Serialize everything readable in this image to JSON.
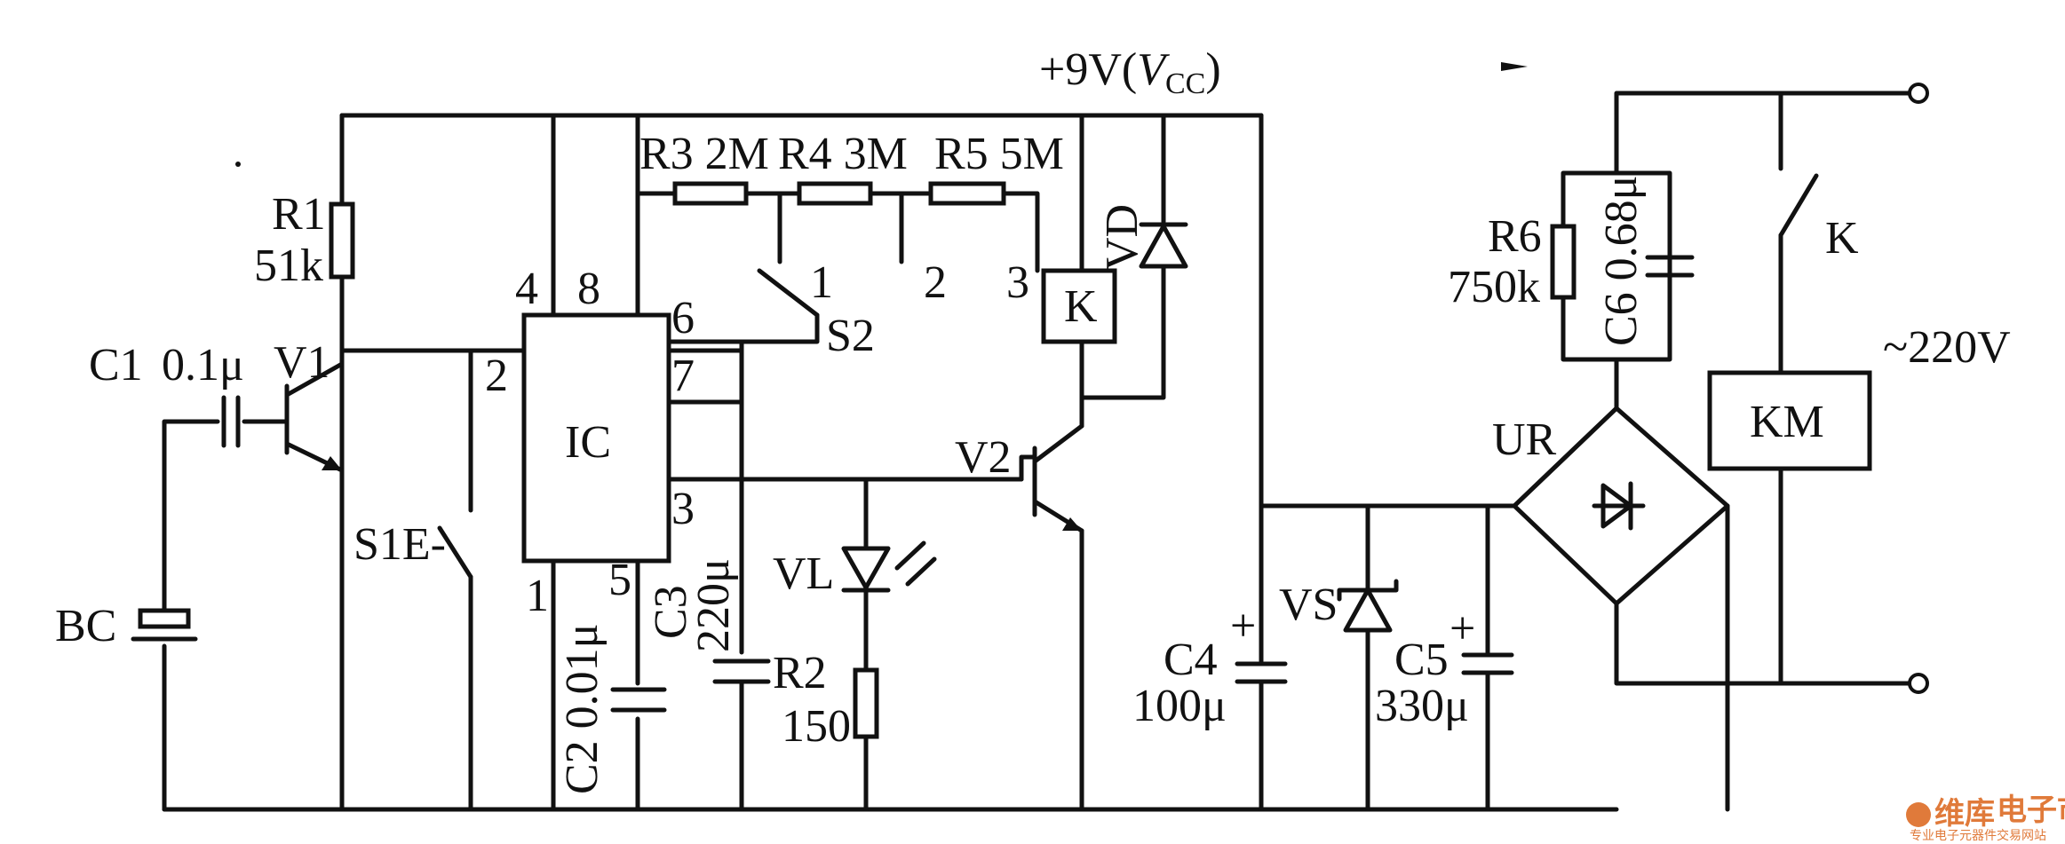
{
  "supply_label_prefix": "+9V(",
  "supply_label_v": "V",
  "supply_label_sub": "CC",
  "supply_label_suffix": ")",
  "components": {
    "r1_name": "R1",
    "r1_value": "51k",
    "c1_name": "C1",
    "c1_value": "0.1μ",
    "v1_name": "V1",
    "bc_name": "BC",
    "s1_name": "S1E-",
    "ic_name": "IC",
    "r3": "R3 2M",
    "r4": "R4 3M",
    "r5": "R5 5M",
    "s2_name": "S2",
    "vd_name": "VD",
    "k_box": "K",
    "v2_name": "V2",
    "vl_name": "VL",
    "r2_name": "R2",
    "r2_value": "150",
    "c2": "C2 0.01μ",
    "c3_name": "C3",
    "c3_value": "220μ",
    "c4_name": "C4",
    "c4_value": "100μ",
    "vs_name": "VS",
    "c5_name": "C5",
    "c5_value": "330μ",
    "ur_name": "UR",
    "r6_name": "R6",
    "r6_value": "750k",
    "c6": "C6 0.68μ",
    "k_switch": "K",
    "km_box": "KM",
    "mains": "~220V",
    "plus": "+"
  },
  "pins": {
    "p4": "4",
    "p8": "8",
    "p6": "6",
    "p2": "2",
    "p7": "7",
    "p3": "3",
    "p1": "1",
    "p5": "5",
    "s2_1": "1",
    "s2_2": "2",
    "s2_3": "3"
  },
  "watermark": {
    "brand": "维库",
    "site": "电子市场网",
    "tagline": "专业电子元器件交易网站"
  }
}
